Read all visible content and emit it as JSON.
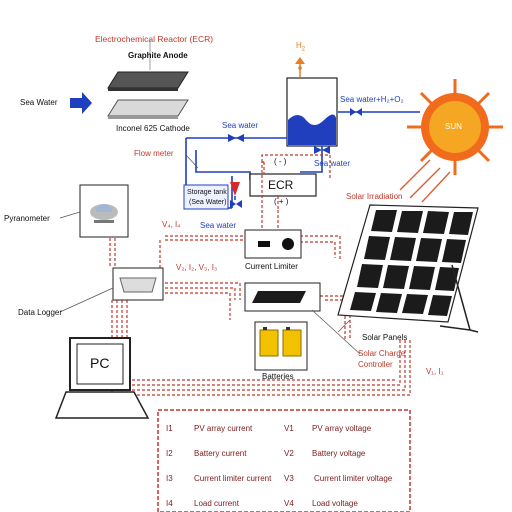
{
  "labels": {
    "ecr_title": "Electrochemical Reactor (ECR)",
    "graphite_anode": "Graphite Anode",
    "sea_water_in": "Sea Water",
    "inconel_cathode": "Inconel 625 Cathode",
    "h2": "H",
    "h2_sub": "2",
    "sea_water_top": "Sea water",
    "sea_water_mid": "Sea water",
    "sea_water_h2o2": "Sea water+H₂+O₂",
    "sun": "SUN",
    "flow_meter": "Flow meter",
    "ecr_box": "ECR",
    "ecr_minus": "( - )",
    "ecr_plus": "( + )",
    "solar_irradiation": "Solar Irradiation",
    "storage_tank_1": "Storage tank",
    "storage_tank_2": "(Sea Water)",
    "sea_water_bottom": "Sea water",
    "pyranometer": "Pyranometer",
    "v4_i4": "V₄, I₄",
    "v2_i2_v3_i3": "V₂, I₂, V₃, I₃",
    "current_limiter": "Current Limiter",
    "data_logger": "Data Logger",
    "solar_panels": "Solar Panels",
    "solar_charge_1": "Solar Charge",
    "solar_charge_2": "Controller",
    "batteries": "Batteries",
    "pc": "PC",
    "v1_i1": "V₁, I₁"
  },
  "legend": [
    {
      "sym": "I1",
      "desc": "PV array current",
      "vsym": "V1",
      "vdesc": "PV array voltage"
    },
    {
      "sym": "I2",
      "desc": "Battery current",
      "vsym": "V2",
      "vdesc": "Battery voltage"
    },
    {
      "sym": "I3",
      "desc": "Current limiter current",
      "vsym": "V3",
      "vdesc": "Current limiter voltage"
    },
    {
      "sym": "I4",
      "desc": "Load current",
      "vsym": "V4",
      "vdesc": "Load voltage"
    }
  ],
  "colors": {
    "wire_red": "#c0392b",
    "pipe_blue": "#1f3fbf",
    "sun_orange": "#f26a1b",
    "panel_dark": "#1b1b1b"
  }
}
